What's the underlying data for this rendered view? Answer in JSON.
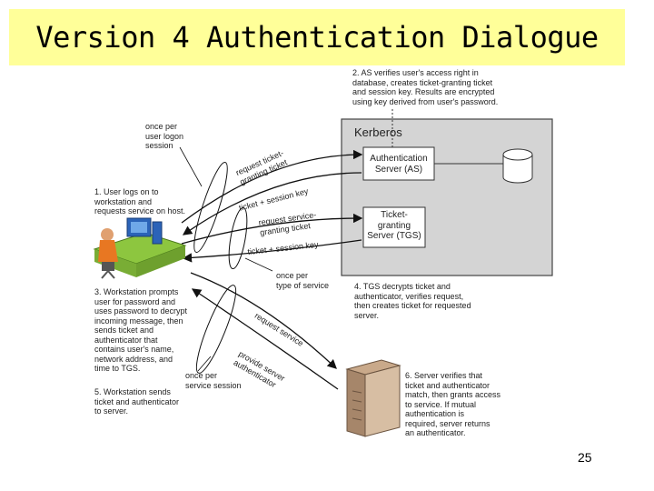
{
  "title": "Version 4 Authentication Dialogue",
  "page_number": "25",
  "diagram": {
    "kerberos_label": "Kerberos",
    "as_label": "Authentication\nServer (AS)",
    "tgs_label": "Ticket-\ngranting\nServer (TGS)",
    "step1": "1. User logs on to\nworkstation and\nrequests service on host.",
    "step2": "2. AS verifies user's access right in\ndatabase, creates ticket-granting ticket\nand session key. Results are encrypted\nusing key derived from user's password.",
    "step3": "3. Workstation prompts\nuser for password and\nuses password to decrypt\nincoming message, then\nsends ticket and\nauthenticator that\ncontains user's name,\nnetwork address, and\ntime to TGS.",
    "step4": "4. TGS decrypts ticket and\nauthenticator, verifies request,\nthen creates ticket for requested\nserver.",
    "step5": "5. Workstation sends\nticket and authenticator\nto server.",
    "step6": "6. Server verifies that\nticket and authenticator\nmatch, then grants access\nto service. If mutual\nauthentication is\nrequired, server returns\nan authenticator.",
    "once_per_logon": "once per\nuser logon\nsession",
    "once_per_service_type": "once per\ntype of service",
    "once_per_service_session": "once per\nservice session",
    "arrow_request_tgt": "request ticket-\ngranting ticket",
    "arrow_ticket_session_key_1": "ticket + session key",
    "arrow_request_sgt": "request service-\ngranting ticket",
    "arrow_ticket_session_key_2": "ticket + session key",
    "arrow_request_service": "request service",
    "arrow_provide_authenticator": "provide server\nauthenticator"
  }
}
